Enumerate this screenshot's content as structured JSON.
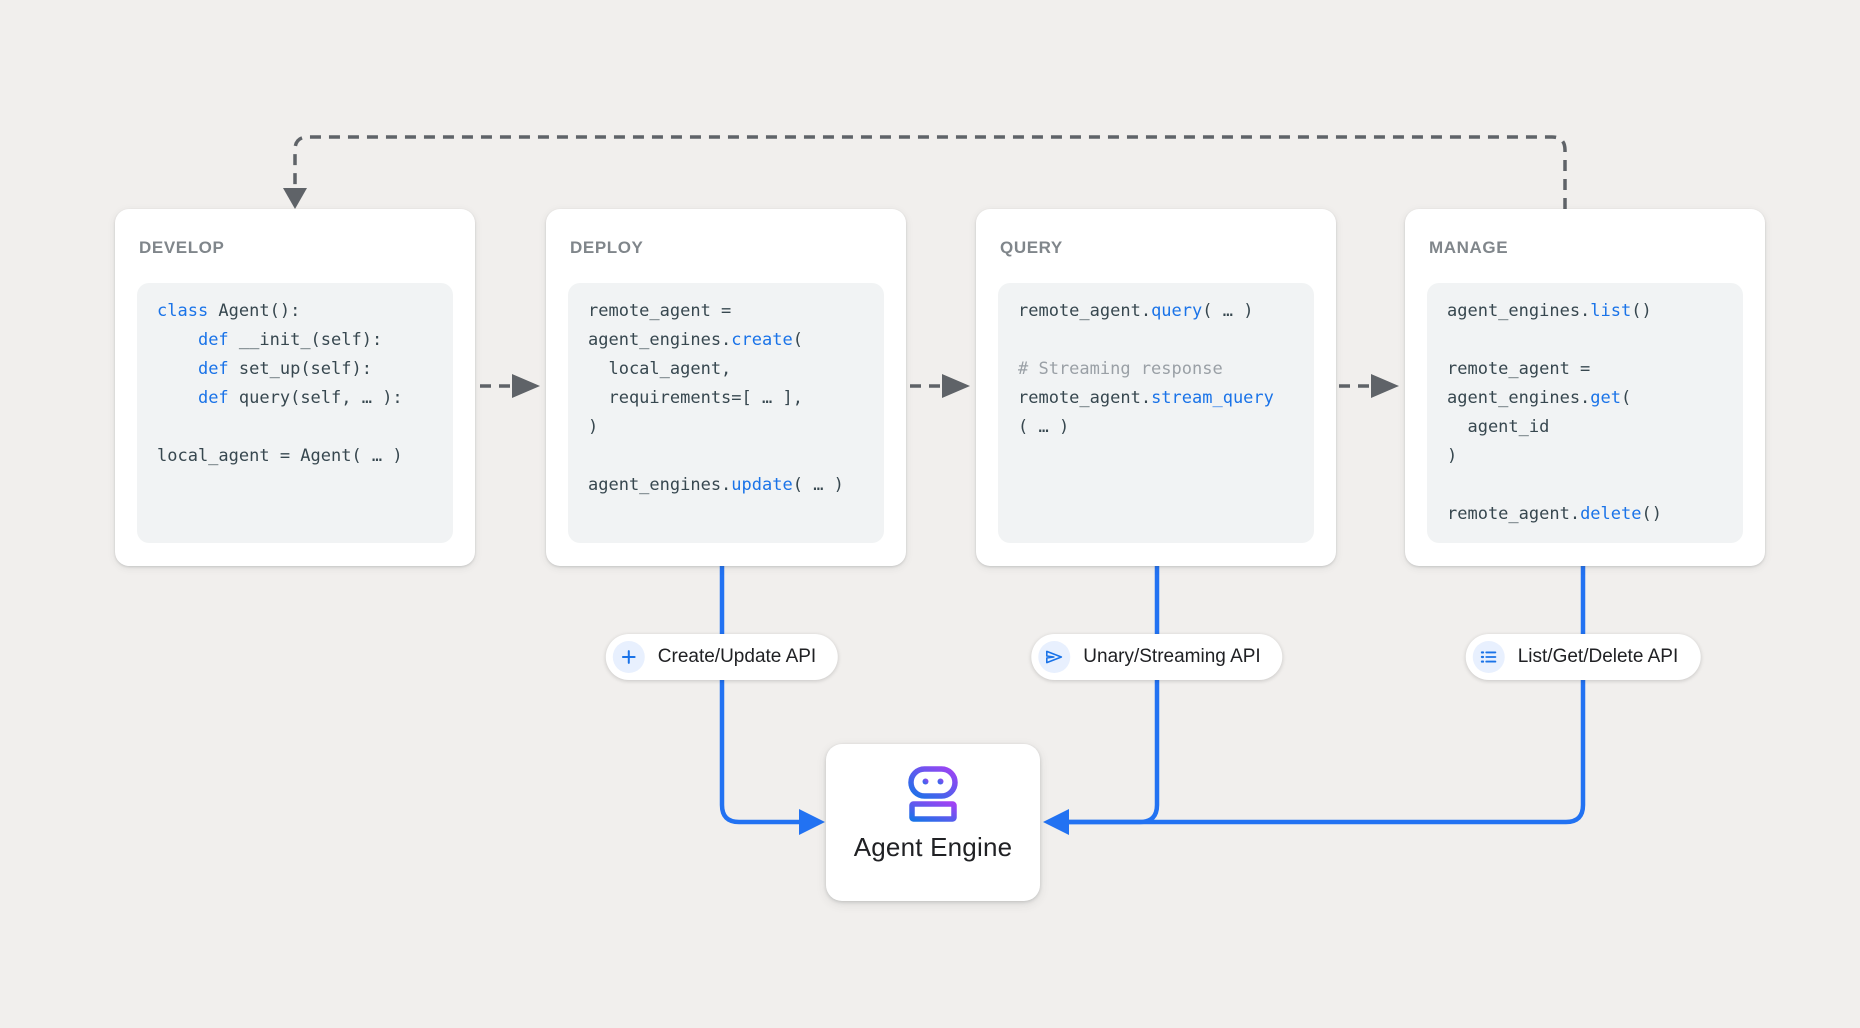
{
  "colors": {
    "background": "#f1efed",
    "card_bg": "#ffffff",
    "code_bg": "#f1f3f4",
    "title_gray": "#80868b",
    "code_text": "#37474f",
    "keyword_blue": "#1a73e8",
    "comment_gray": "#9aa0a6",
    "connector_gray": "#5f6368",
    "connector_blue": "#2272f2",
    "pill_icon_bg": "#e8f0fe",
    "label_dark": "#202124",
    "gradient_purple": "#a142f4"
  },
  "workflow": {
    "cards": [
      {
        "title": "DEVELOP",
        "code": [
          [
            {
              "t": "class",
              "c": "kw"
            },
            {
              "t": " Agent():",
              "c": "p"
            }
          ],
          [
            {
              "t": "    ",
              "c": "p"
            },
            {
              "t": "def",
              "c": "kw"
            },
            {
              "t": " __init_(self):",
              "c": "p"
            }
          ],
          [
            {
              "t": "    ",
              "c": "p"
            },
            {
              "t": "def",
              "c": "kw"
            },
            {
              "t": " set_up(self):",
              "c": "p"
            }
          ],
          [
            {
              "t": "    ",
              "c": "p"
            },
            {
              "t": "def",
              "c": "kw"
            },
            {
              "t": " query(self, … ):",
              "c": "p"
            }
          ],
          [],
          [
            {
              "t": "local_agent = Agent( … )",
              "c": "p"
            }
          ]
        ]
      },
      {
        "title": "DEPLOY",
        "code": [
          [
            {
              "t": "remote_agent =",
              "c": "p"
            }
          ],
          [
            {
              "t": "agent_engines.",
              "c": "p"
            },
            {
              "t": "create",
              "c": "kw"
            },
            {
              "t": "(",
              "c": "p"
            }
          ],
          [
            {
              "t": "  local_agent,",
              "c": "p"
            }
          ],
          [
            {
              "t": "  requirements=[ … ],",
              "c": "p"
            }
          ],
          [
            {
              "t": ")",
              "c": "p"
            }
          ],
          [],
          [
            {
              "t": "agent_engines.",
              "c": "p"
            },
            {
              "t": "update",
              "c": "kw"
            },
            {
              "t": "( … )",
              "c": "p"
            }
          ]
        ]
      },
      {
        "title": "QUERY",
        "code": [
          [
            {
              "t": "remote_agent.",
              "c": "p"
            },
            {
              "t": "query",
              "c": "kw"
            },
            {
              "t": "( … )",
              "c": "p"
            }
          ],
          [],
          [
            {
              "t": "# Streaming response",
              "c": "cm"
            }
          ],
          [
            {
              "t": "remote_agent.",
              "c": "p"
            },
            {
              "t": "stream_query",
              "c": "kw"
            }
          ],
          [
            {
              "t": "( … )",
              "c": "p"
            }
          ]
        ]
      },
      {
        "title": "MANAGE",
        "code": [
          [
            {
              "t": "agent_engines.",
              "c": "p"
            },
            {
              "t": "list",
              "c": "kw"
            },
            {
              "t": "()",
              "c": "p"
            }
          ],
          [],
          [
            {
              "t": "remote_agent =",
              "c": "p"
            }
          ],
          [
            {
              "t": "agent_engines.",
              "c": "p"
            },
            {
              "t": "get",
              "c": "kw"
            },
            {
              "t": "(",
              "c": "p"
            }
          ],
          [
            {
              "t": "  agent_id",
              "c": "p"
            }
          ],
          [
            {
              "t": ")",
              "c": "p"
            }
          ],
          [],
          [
            {
              "t": "remote_agent.",
              "c": "p"
            },
            {
              "t": "delete",
              "c": "kw"
            },
            {
              "t": "()",
              "c": "p"
            }
          ]
        ]
      }
    ]
  },
  "api_pills": [
    {
      "label": "Create/Update API",
      "icon": "plus-icon"
    },
    {
      "label": "Unary/Streaming API",
      "icon": "send-icon"
    },
    {
      "label": "List/Get/Delete API",
      "icon": "list-icon"
    }
  ],
  "engine": {
    "label": "Agent Engine",
    "icon": "robot-icon"
  }
}
